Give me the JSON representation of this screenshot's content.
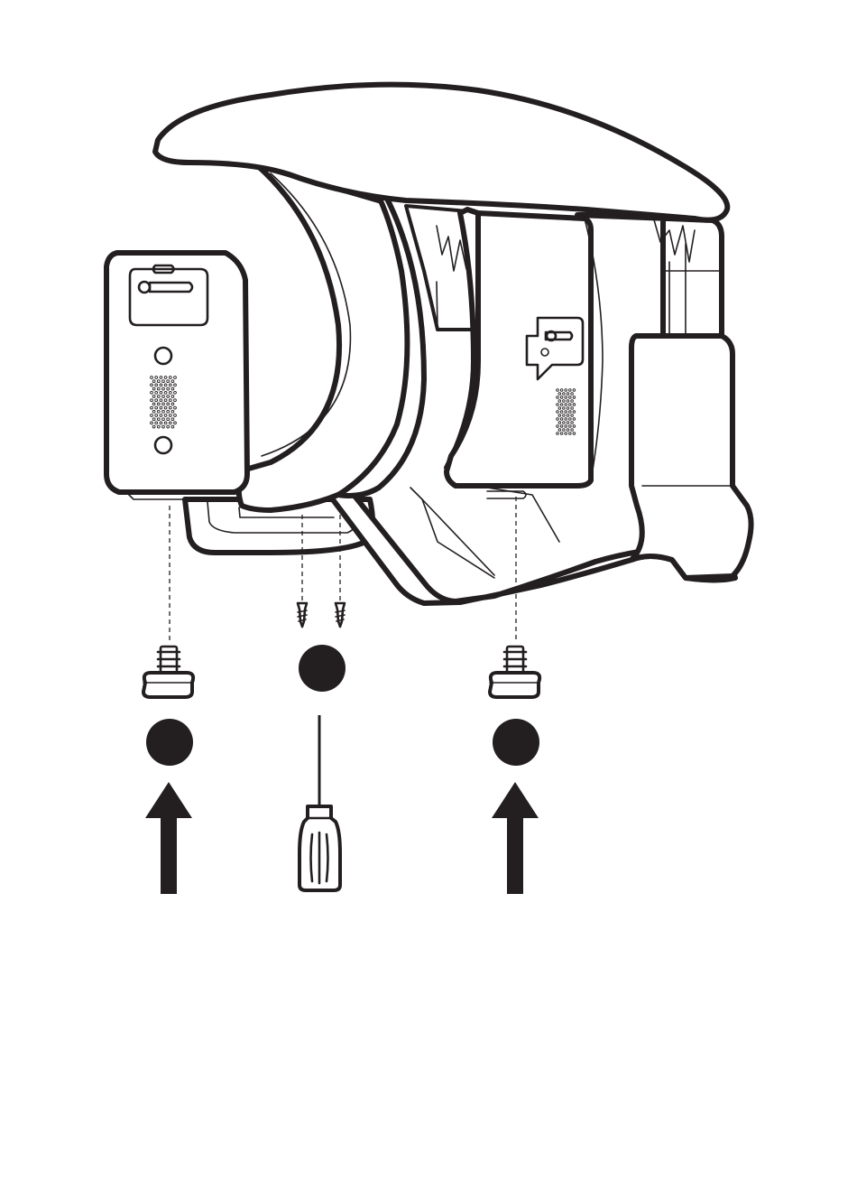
{
  "colors": {
    "stroke": "#231f20",
    "fill": "#ffffff",
    "marker": "#231f20"
  },
  "icons": [
    "thumb-screw-icon",
    "wood-screw-icon",
    "screwdriver-icon",
    "up-arrow-icon",
    "step-marker-icon"
  ],
  "steps": [
    {
      "name": "left-foot",
      "marker": "filled-dot",
      "hardware": "thumb-screw",
      "action": "push-up"
    },
    {
      "name": "center-screws",
      "marker": "filled-dot",
      "hardware": "two-wood-screws",
      "tool": "screwdriver"
    },
    {
      "name": "right-foot",
      "marker": "filled-dot",
      "hardware": "thumb-screw",
      "action": "push-up"
    }
  ]
}
